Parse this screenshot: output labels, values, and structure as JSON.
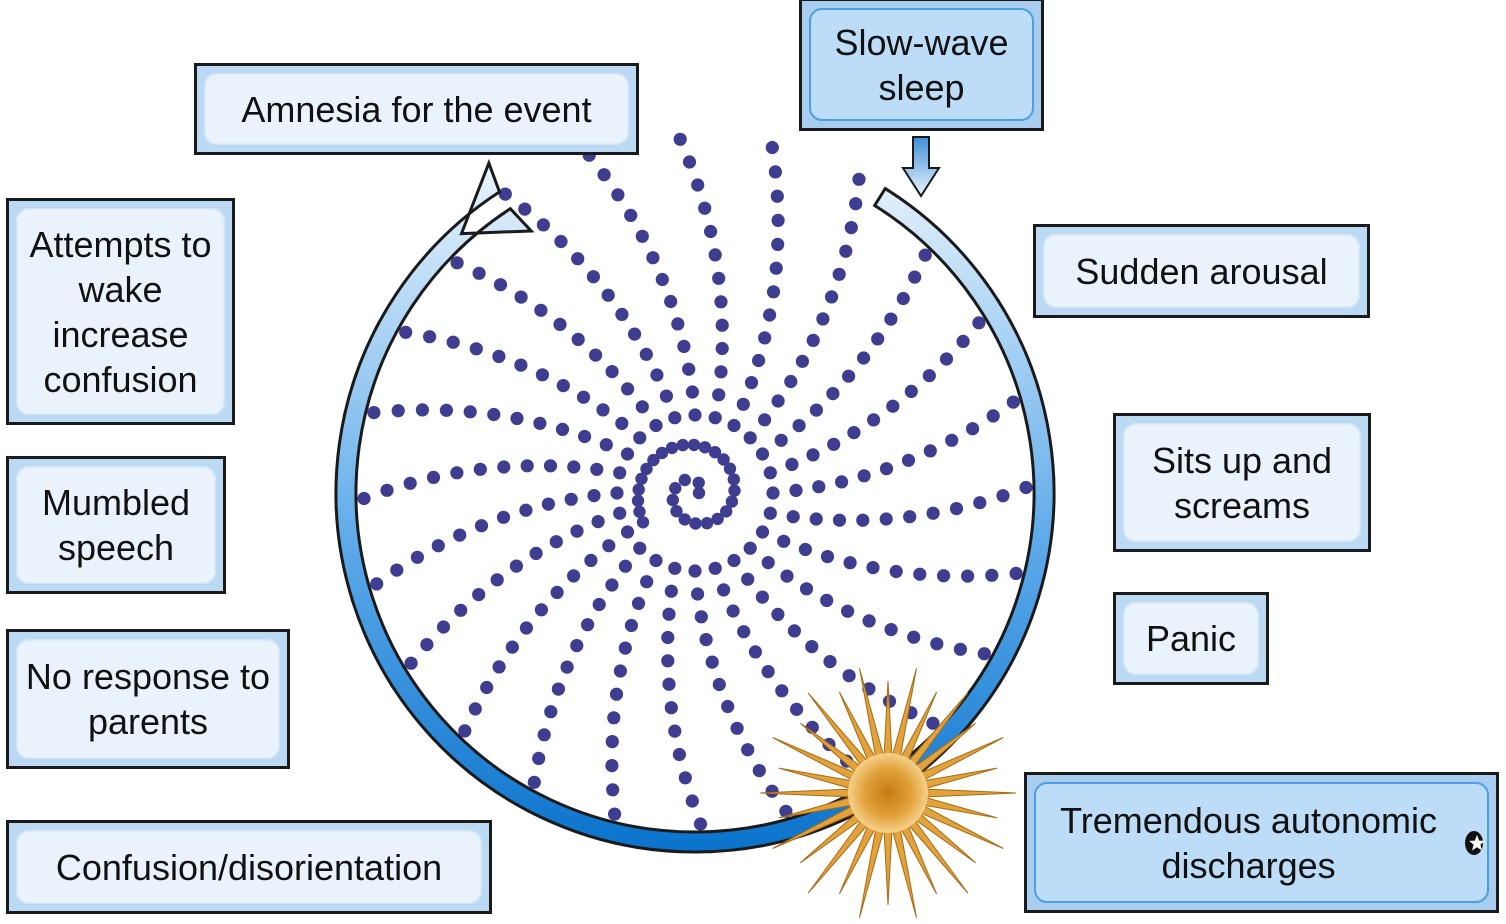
{
  "labels": {
    "slow_wave": "Slow-wave sleep",
    "amnesia": "Amnesia for the event",
    "attempts": "Attempts to wake increase confusion",
    "mumbled": "Mumbled speech",
    "no_response": "No response to parents",
    "confusion": "Confusion/disorientation",
    "sudden_arousal": "Sudden arousal",
    "sits_up": "Sits up and screams",
    "panic": "Panic",
    "autonomic": "Tremendous autonomic discharges"
  },
  "colors": {
    "dots": "#3e3d8f",
    "arc_dark": "#0a73cc",
    "arc_light": "#e4f1fb",
    "burst": "#e2a23c",
    "burst_center": "#b86a10",
    "box_fill": "#bcd9f3",
    "box_inner": "#eaf3fc"
  },
  "icons": {
    "burst": "starburst-icon",
    "entry": "down-arrow-icon",
    "cycle": "circular-arrow-icon",
    "center": "spiral-icon",
    "note": "star-badge-icon"
  }
}
